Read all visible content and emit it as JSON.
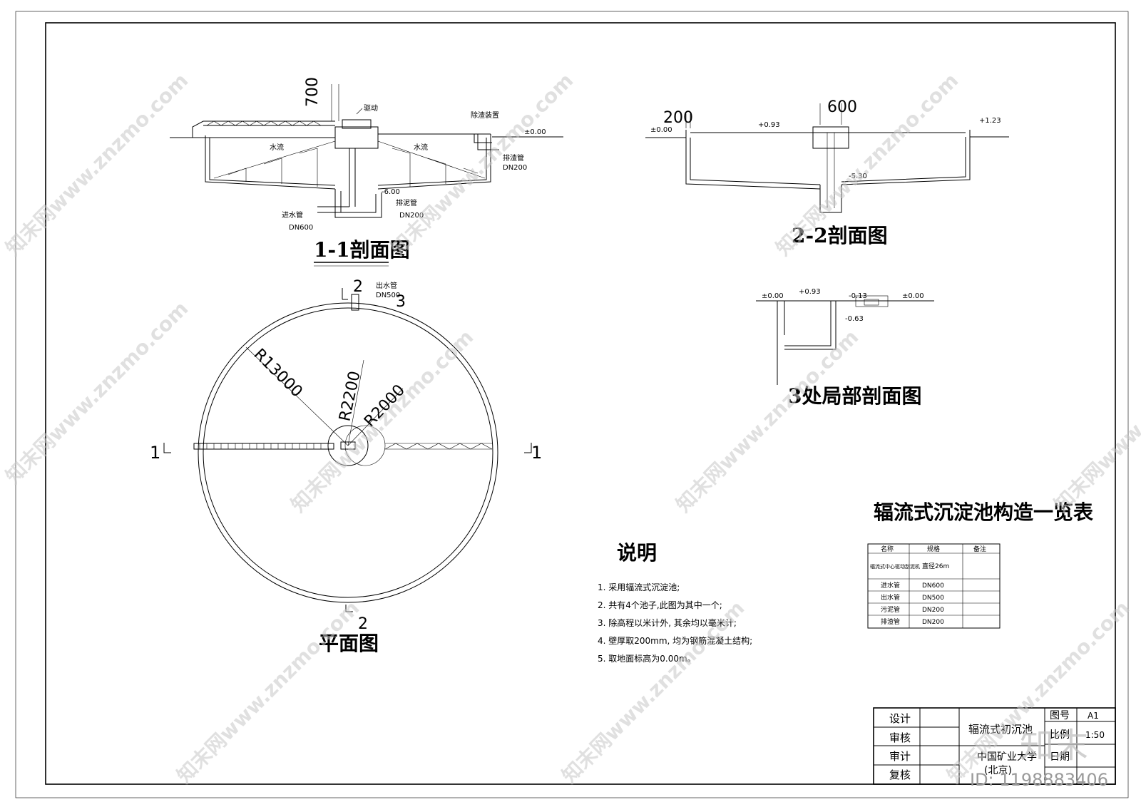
{
  "section_1_1": {
    "title": "1-1剖面图",
    "dim_top": "700",
    "drive": "驱动",
    "scum_device": "除渣装置",
    "flow_left": "水流",
    "flow_right": "水流",
    "level_ground": "±0.00",
    "scum_pipe": "排渣管",
    "scum_pipe_dn": "DN200",
    "inlet_pipe": "进水管",
    "inlet_pipe_dn": "DN600",
    "sludge_pipe": "排泥管",
    "sludge_pipe_dn": "DN200",
    "level_bottom": "-6.00"
  },
  "section_2_2": {
    "title": "2-2剖面图",
    "dim_left": "200",
    "dim_center": "600",
    "level_left": "±0.00",
    "level_water": "+0.93",
    "level_right": "+1.23",
    "level_bottom": "-5.30"
  },
  "detail_3": {
    "title": "3处局部剖面图",
    "level_a": "±0.00",
    "level_b": "+0.93",
    "level_c": "-0.13",
    "level_d": "±0.00",
    "level_e": "-0.63"
  },
  "plan": {
    "title": "平面图",
    "outlet_pipe": "出水管",
    "outlet_pipe_dn": "DN500",
    "r_outer": "R13000",
    "r_inner1": "R2200",
    "r_inner2": "R2000",
    "mark_1_left": "1",
    "mark_1_right": "1",
    "mark_2_top": "2",
    "mark_2_bottom": "2",
    "mark_3": "3"
  },
  "notes": {
    "title": "说明",
    "items": [
      "1. 采用辐流式沉淀池;",
      "2. 共有4个池子,此图为其中一个;",
      "3. 除高程以米计外, 其余均以毫米计;",
      "4. 壁厚取200mm, 均为钢筋混凝土结构;",
      "5. 取地面标高为0.00m。"
    ]
  },
  "table": {
    "title": "辐流式沉淀池构造一览表",
    "headers": [
      "名称",
      "规格",
      "备注"
    ],
    "rows": [
      [
        "辐流式中心驱动刮泥机",
        "直径26m",
        ""
      ],
      [
        "进水管",
        "DN600",
        ""
      ],
      [
        "出水管",
        "DN500",
        ""
      ],
      [
        "污泥管",
        "DN200",
        ""
      ],
      [
        "排渣管",
        "DN200",
        ""
      ]
    ]
  },
  "title_block": {
    "roles": [
      "设计",
      "审核",
      "审计",
      "复核"
    ],
    "drawing_name": "辐流式初沉池",
    "school": "中国矿业大学",
    "school_sub": "(北京)",
    "fields": [
      {
        "label": "图号",
        "value": "A1"
      },
      {
        "label": "比例",
        "value": "1:50"
      },
      {
        "label": "日期",
        "value": ""
      }
    ]
  },
  "watermark": {
    "site": "知末网www.znzmo.com",
    "logo": "知末",
    "id": "ID: 1198883406"
  }
}
